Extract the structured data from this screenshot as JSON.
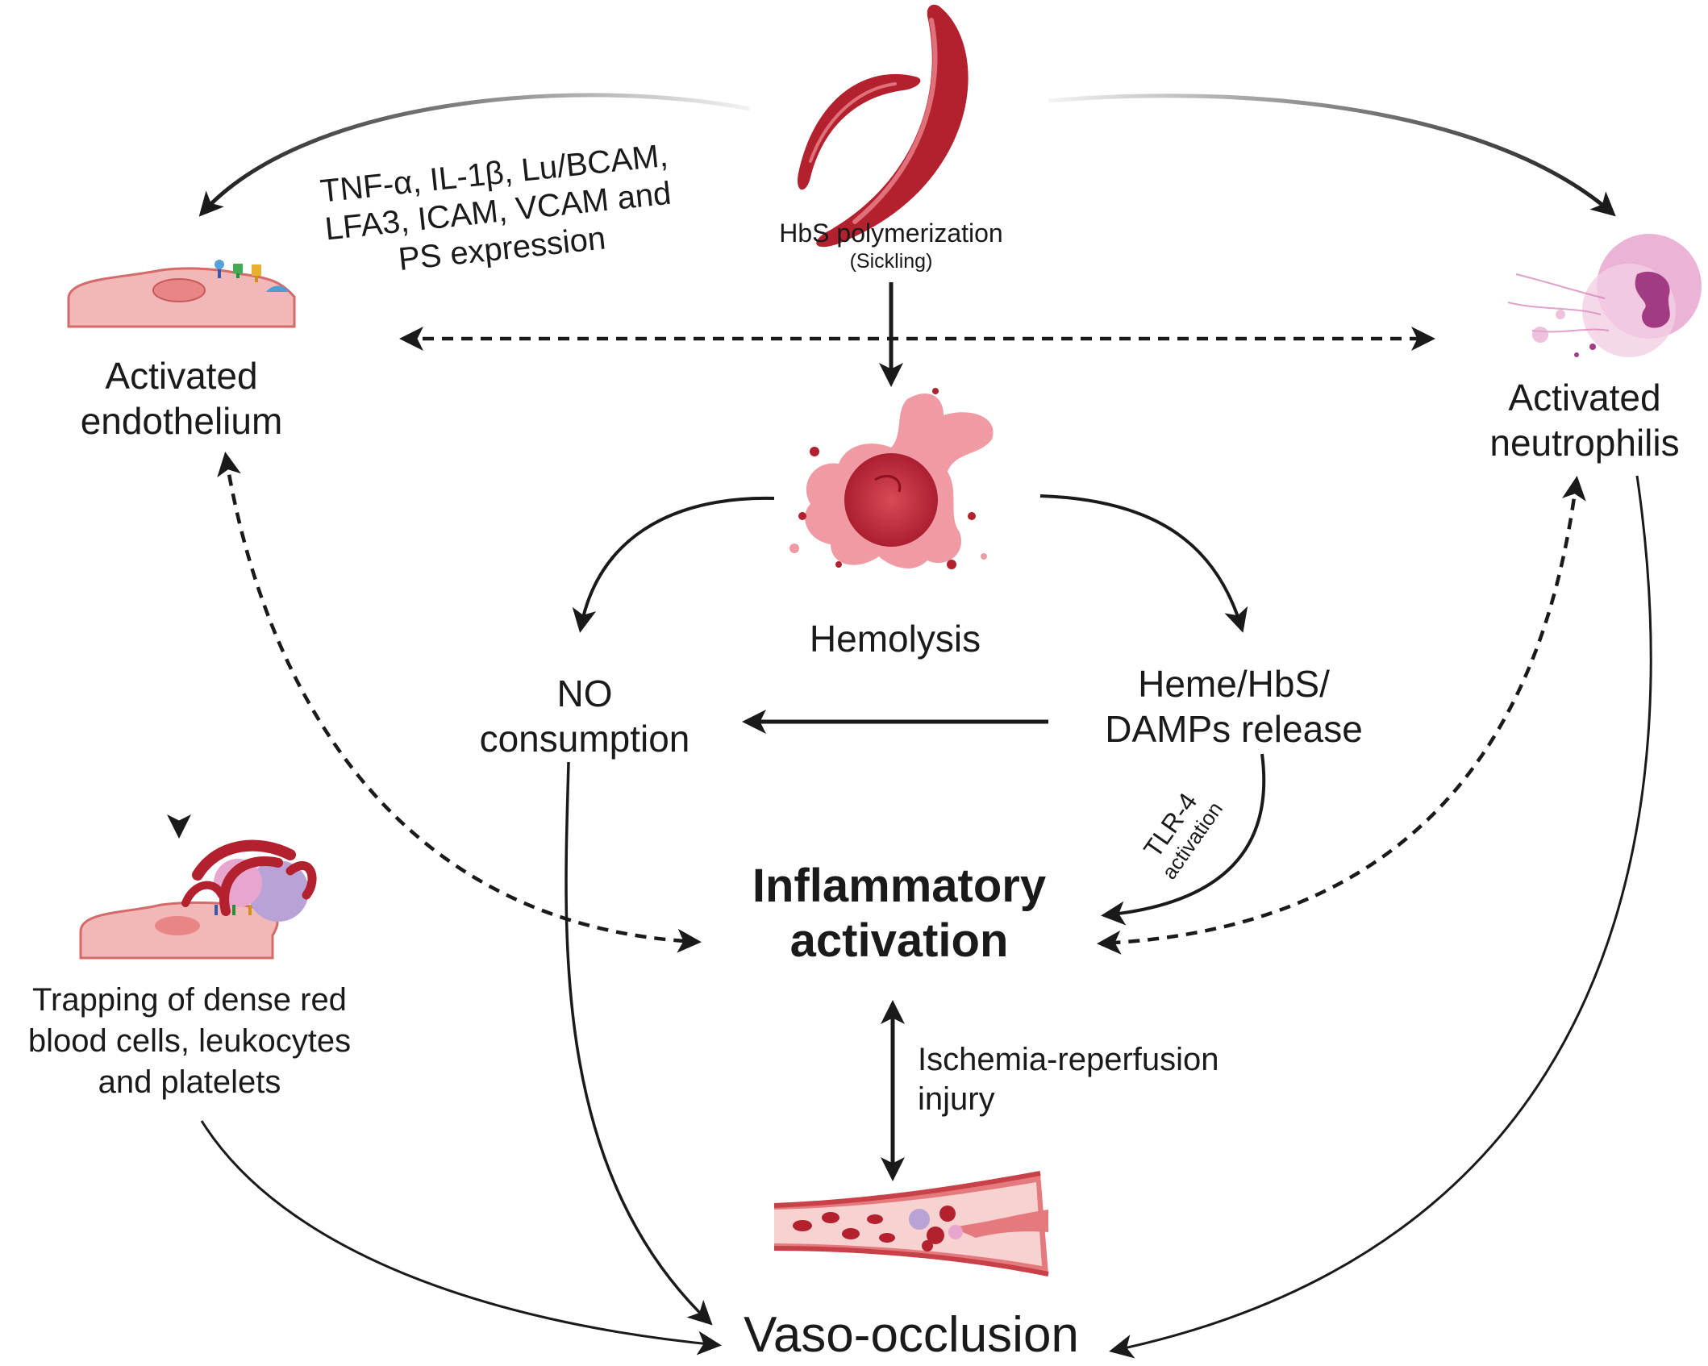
{
  "nodes": {
    "hbs": {
      "title": "HbS polymerization",
      "subtitle": "(Sickling)"
    },
    "endothelium": {
      "line1": "Activated",
      "line2": "endothelium"
    },
    "neutrophils": {
      "line1": "Activated",
      "line2": "neutrophilis"
    },
    "hemolysis": {
      "label": "Hemolysis"
    },
    "no_consumption": {
      "line1": "NO",
      "line2": "consumption"
    },
    "heme_release": {
      "line1": "Heme/HbS/",
      "line2": "DAMPs release"
    },
    "inflammatory": {
      "line1": "Inflammatory",
      "line2": "activation"
    },
    "trapping": {
      "line1": "Trapping of dense red",
      "line2": "blood cells, leukocytes",
      "line3": "and platelets"
    },
    "vaso": {
      "label": "Vaso-occlusion"
    }
  },
  "edge_labels": {
    "endothelial_markers": {
      "line1": "TNF-α, IL-1β, Lu/BCAM,",
      "line2": "LFA3, ICAM, VCAM and",
      "line3": "PS expression"
    },
    "tlr4": {
      "line1": "TLR-4",
      "line2": "activation"
    },
    "ischemia": {
      "line1": "Ischemia-reperfusion",
      "line2": "injury"
    }
  },
  "colors": {
    "sickle_red": "#b3202e",
    "cell_pink": "#f2b8b8",
    "neutrophil_pink": "#e8a6cf",
    "arrow": "#1a1a1a"
  }
}
